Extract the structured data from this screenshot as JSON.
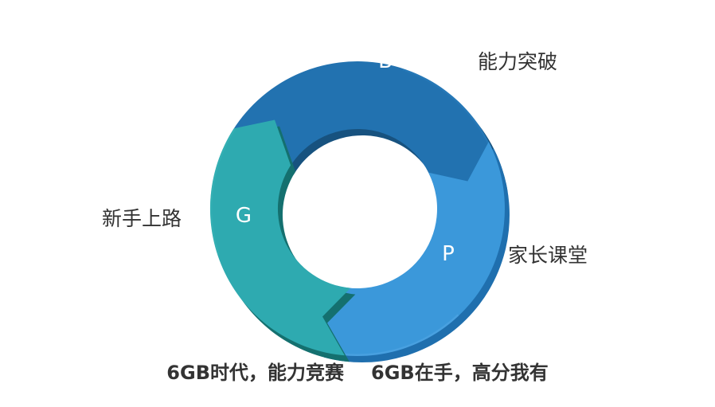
{
  "cycle": {
    "segments": [
      {
        "letter": "B",
        "label": "能力突破",
        "color": "#2272b0",
        "light": "#2c80c0",
        "shadow": "#17527f"
      },
      {
        "letter": "P",
        "label": "家长课堂",
        "color": "#3b98da",
        "light": "#58aae6",
        "shadow": "#1f6fae"
      },
      {
        "letter": "G",
        "label": "新手上路",
        "color": "#2eaab0",
        "light": "#3ab6b8",
        "shadow": "#14706f"
      }
    ]
  },
  "slogan": {
    "part1": "6GB时代，能力竞赛",
    "part2": "6GB在手，高分我有"
  }
}
